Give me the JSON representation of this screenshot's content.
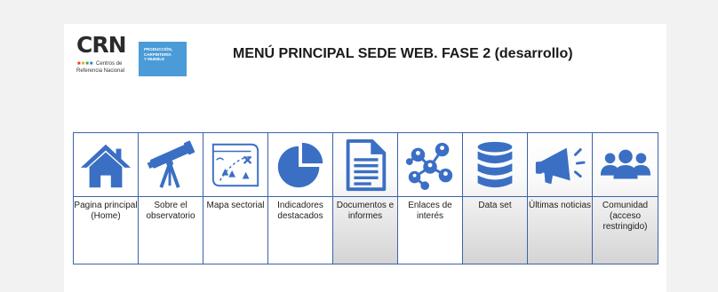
{
  "logo": {
    "acronym": "CRN",
    "tagline_line1": "Centros de",
    "tagline_line2": "Referencia Nacional",
    "box_lines": [
      "PRODUCCIÓN,",
      "CARPINTERÍA",
      "Y MUEBLE"
    ]
  },
  "header": {
    "title": "MENÚ PRINCIPAL SEDE WEB. FASE 2 (desarrollo)"
  },
  "colors": {
    "primary_blue": "#3a6fc4",
    "border_blue": "#3c63a8",
    "logo_box": "#4a9bd7"
  },
  "menu": [
    {
      "icon": "home-icon",
      "label": "Pagina principal (Home)"
    },
    {
      "icon": "telescope-icon",
      "label": "Sobre el observatorio"
    },
    {
      "icon": "map-icon",
      "label": "Mapa sectorial"
    },
    {
      "icon": "pie-chart-icon",
      "label": "Indicadores destacados"
    },
    {
      "icon": "document-icon",
      "label": "Documentos e informes"
    },
    {
      "icon": "network-icon",
      "label": "Enlaces de interés"
    },
    {
      "icon": "database-icon",
      "label": "Data set"
    },
    {
      "icon": "megaphone-icon",
      "label": "Últimas noticias"
    },
    {
      "icon": "community-icon",
      "label": "Comunidad (acceso restringido)"
    }
  ]
}
